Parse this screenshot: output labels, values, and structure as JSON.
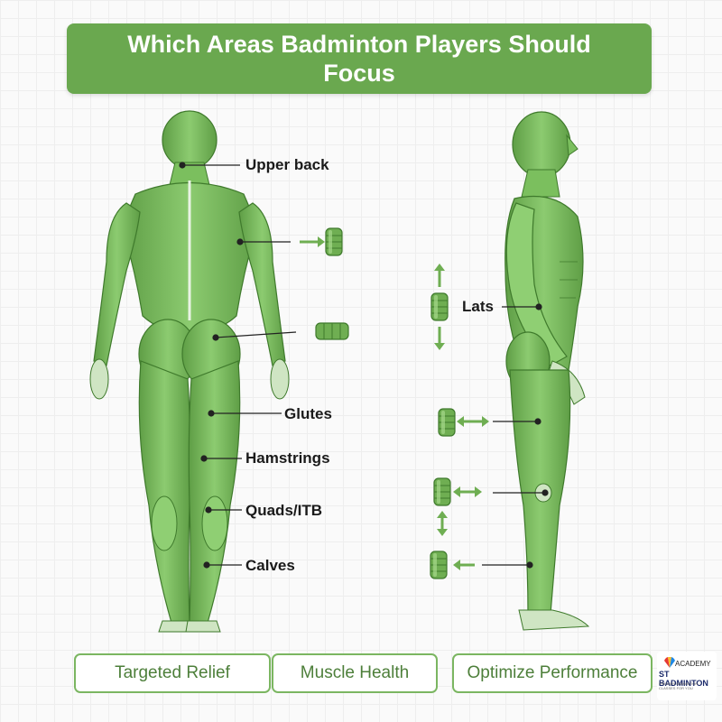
{
  "title": "Which Areas Badminton Players Should Focus",
  "labels": {
    "upper_back": "Upper back",
    "glutes": "Glutes",
    "hamstrings": "Hamstrings",
    "quads_itb": "Quads/ITB",
    "calves": "Calves",
    "lats": "Lats"
  },
  "benefits": [
    "Targeted Relief",
    "Muscle Health",
    "Optimize Performance"
  ],
  "logo": {
    "academy": "ACADEMY",
    "brand": "ST BADMINTON",
    "tagline": "PREMIER BADMINTON CLASSES FOR YOU"
  },
  "colors": {
    "banner": "#6aa84f",
    "muscle": "#7bbf5e",
    "muscle_dark": "#4f8f3a",
    "roller": "#6fae52",
    "arrow": "#6fae52",
    "pill_border": "#7bb661"
  },
  "icons": [
    "foam-roller-icon",
    "arrow-right-icon",
    "arrow-left-icon",
    "arrow-up-down-icon",
    "arrow-left-right-icon"
  ]
}
